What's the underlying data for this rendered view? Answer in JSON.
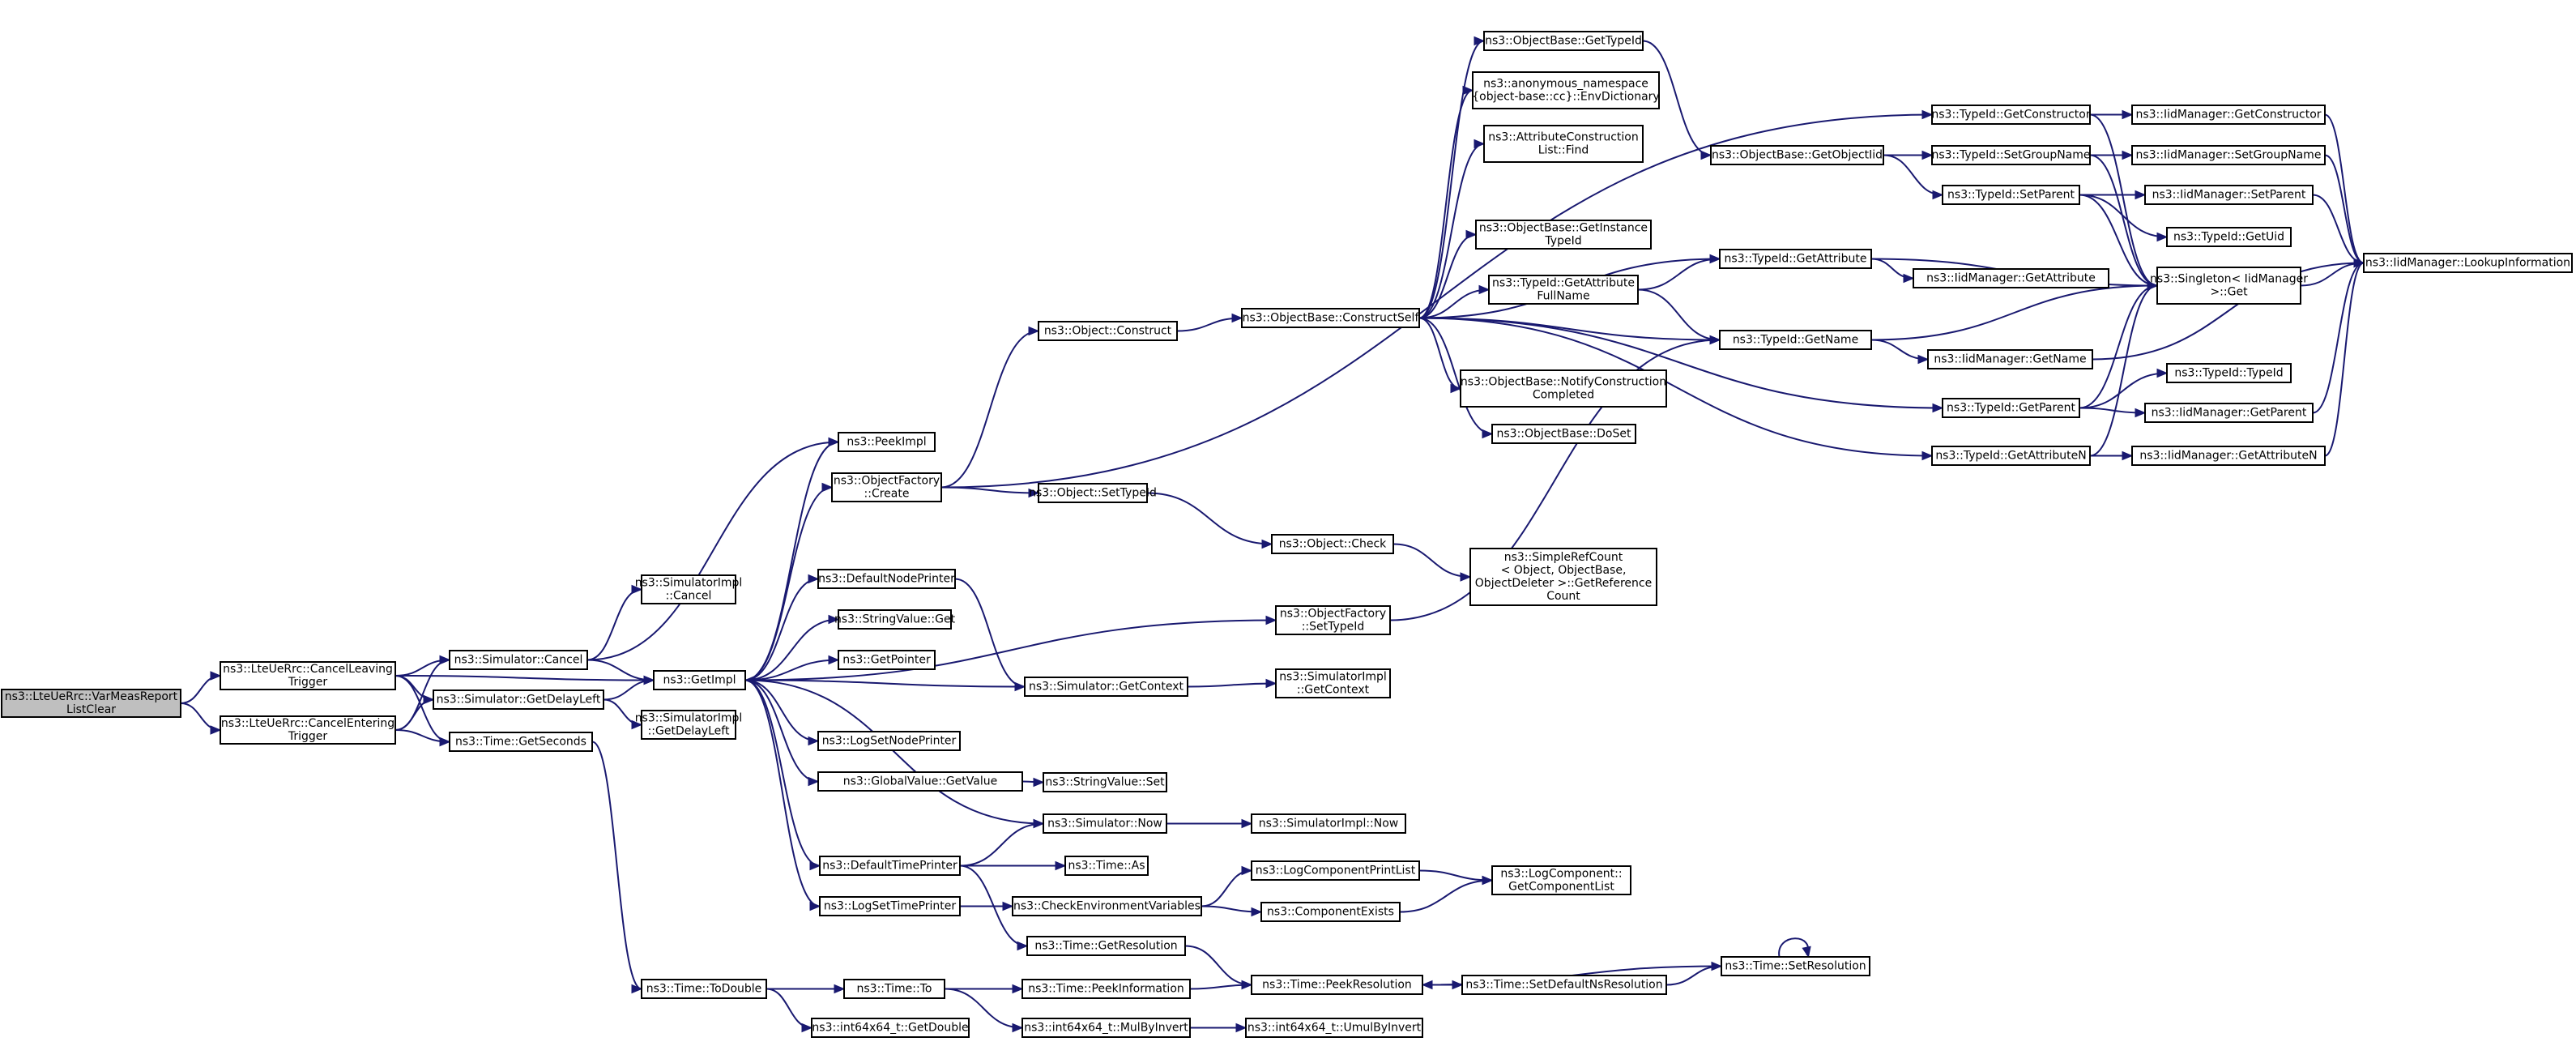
{
  "nodes": [
    {
      "id": "root",
      "lines": [
        "ns3::LteUeRrc::VarMeasReport",
        "ListClear"
      ],
      "root": true
    },
    {
      "id": "cancelLeaving",
      "lines": [
        "ns3::LteUeRrc::CancelLeaving",
        "Trigger"
      ]
    },
    {
      "id": "cancelEntering",
      "lines": [
        "ns3::LteUeRrc::CancelEntering",
        "Trigger"
      ]
    },
    {
      "id": "simCancel",
      "lines": [
        "ns3::Simulator::Cancel"
      ]
    },
    {
      "id": "simGetDelayLeft",
      "lines": [
        "ns3::Simulator::GetDelayLeft"
      ]
    },
    {
      "id": "timeGetSeconds",
      "lines": [
        "ns3::Time::GetSeconds"
      ]
    },
    {
      "id": "simImplCancel",
      "lines": [
        "ns3::SimulatorImpl",
        "::Cancel"
      ]
    },
    {
      "id": "getImpl",
      "lines": [
        "ns3::GetImpl"
      ]
    },
    {
      "id": "simImplGetDelayLeft",
      "lines": [
        "ns3::SimulatorImpl",
        "::GetDelayLeft"
      ]
    },
    {
      "id": "timeToDouble",
      "lines": [
        "ns3::Time::ToDouble"
      ]
    },
    {
      "id": "peekImpl",
      "lines": [
        "ns3::PeekImpl"
      ]
    },
    {
      "id": "objFactoryCreate",
      "lines": [
        "ns3::ObjectFactory",
        "::Create"
      ]
    },
    {
      "id": "defaultNodePrinter",
      "lines": [
        "ns3::DefaultNodePrinter"
      ]
    },
    {
      "id": "stringValueGet",
      "lines": [
        "ns3::StringValue::Get"
      ]
    },
    {
      "id": "getPointer",
      "lines": [
        "ns3::GetPointer"
      ]
    },
    {
      "id": "logSetNodePrinter",
      "lines": [
        "ns3::LogSetNodePrinter"
      ]
    },
    {
      "id": "globalValueGetValue",
      "lines": [
        "ns3::GlobalValue::GetValue"
      ]
    },
    {
      "id": "defaultTimePrinter",
      "lines": [
        "ns3::DefaultTimePrinter"
      ]
    },
    {
      "id": "logSetTimePrinter",
      "lines": [
        "ns3::LogSetTimePrinter"
      ]
    },
    {
      "id": "timeTo",
      "lines": [
        "ns3::Time::To"
      ]
    },
    {
      "id": "int64GetDouble",
      "lines": [
        "ns3::int64x64_t::GetDouble"
      ]
    },
    {
      "id": "objectConstruct",
      "lines": [
        "ns3::Object::Construct"
      ]
    },
    {
      "id": "objectSetTypeId",
      "lines": [
        "ns3::Object::SetTypeId"
      ]
    },
    {
      "id": "simGetContext",
      "lines": [
        "ns3::Simulator::GetContext"
      ]
    },
    {
      "id": "stringValueSet",
      "lines": [
        "ns3::StringValue::Set"
      ]
    },
    {
      "id": "simNow",
      "lines": [
        "ns3::Simulator::Now"
      ]
    },
    {
      "id": "timeAs",
      "lines": [
        "ns3::Time::As"
      ]
    },
    {
      "id": "checkEnvVars",
      "lines": [
        "ns3::CheckEnvironmentVariables"
      ]
    },
    {
      "id": "timeGetResolution",
      "lines": [
        "ns3::Time::GetResolution"
      ]
    },
    {
      "id": "timePeekInformation",
      "lines": [
        "ns3::Time::PeekInformation"
      ]
    },
    {
      "id": "int64MulByInvert",
      "lines": [
        "ns3::int64x64_t::MulByInvert"
      ]
    },
    {
      "id": "objBaseConstructSelf",
      "lines": [
        "ns3::ObjectBase::ConstructSelf"
      ]
    },
    {
      "id": "objectCheck",
      "lines": [
        "ns3::Object::Check"
      ]
    },
    {
      "id": "objFactorySetTypeId",
      "lines": [
        "ns3::ObjectFactory",
        "::SetTypeId"
      ]
    },
    {
      "id": "simImplGetContext",
      "lines": [
        "ns3::SimulatorImpl",
        "::GetContext"
      ]
    },
    {
      "id": "simImplNow",
      "lines": [
        "ns3::SimulatorImpl::Now"
      ]
    },
    {
      "id": "logCompPrintList",
      "lines": [
        "ns3::LogComponentPrintList"
      ]
    },
    {
      "id": "componentExists",
      "lines": [
        "ns3::ComponentExists"
      ]
    },
    {
      "id": "timePeekResolution",
      "lines": [
        "ns3::Time::PeekResolution"
      ]
    },
    {
      "id": "int64UmulByInvert",
      "lines": [
        "ns3::int64x64_t::UmulByInvert"
      ]
    },
    {
      "id": "objBaseGetTypeId",
      "lines": [
        "ns3::ObjectBase::GetTypeId"
      ]
    },
    {
      "id": "envDictionary",
      "lines": [
        "ns3::anonymous_namespace",
        "{object-base::cc}::EnvDictionary"
      ]
    },
    {
      "id": "attrConstructionListFind",
      "lines": [
        "ns3::AttributeConstruction",
        "List::Find"
      ]
    },
    {
      "id": "objBaseGetInstanceTypeId",
      "lines": [
        "ns3::ObjectBase::GetInstance",
        "TypeId"
      ]
    },
    {
      "id": "typeIdGetAttributeFullName",
      "lines": [
        "ns3::TypeId::GetAttribute",
        "FullName"
      ]
    },
    {
      "id": "objBaseNotifyConstructionCompleted",
      "lines": [
        "ns3::ObjectBase::NotifyConstruction",
        "Completed"
      ]
    },
    {
      "id": "objBaseDoSet",
      "lines": [
        "ns3::ObjectBase::DoSet"
      ]
    },
    {
      "id": "simpleRefCount",
      "lines": [
        "ns3::SimpleRefCount",
        "< Object, ObjectBase,",
        "ObjectDeleter >::GetReference",
        "Count"
      ]
    },
    {
      "id": "logCompGetComponentList",
      "lines": [
        "ns3::LogComponent::",
        "GetComponentList"
      ]
    },
    {
      "id": "timeSetDefaultNsResolution",
      "lines": [
        "ns3::Time::SetDefaultNsResolution"
      ]
    },
    {
      "id": "objBaseGetObjectIid",
      "lines": [
        "ns3::ObjectBase::GetObjectIid"
      ]
    },
    {
      "id": "typeIdGetAttribute",
      "lines": [
        "ns3::TypeId::GetAttribute"
      ]
    },
    {
      "id": "typeIdGetName",
      "lines": [
        "ns3::TypeId::GetName"
      ]
    },
    {
      "id": "timeSetResolution",
      "lines": [
        "ns3::Time::SetResolution"
      ]
    },
    {
      "id": "typeIdGetConstructor",
      "lines": [
        "ns3::TypeId::GetConstructor"
      ]
    },
    {
      "id": "typeIdSetGroupName",
      "lines": [
        "ns3::TypeId::SetGroupName"
      ]
    },
    {
      "id": "typeIdSetParent",
      "lines": [
        "ns3::TypeId::SetParent"
      ]
    },
    {
      "id": "iidMgrGetAttribute",
      "lines": [
        "ns3::IidManager::GetAttribute"
      ]
    },
    {
      "id": "iidMgrGetName",
      "lines": [
        "ns3::IidManager::GetName"
      ]
    },
    {
      "id": "typeIdGetParent",
      "lines": [
        "ns3::TypeId::GetParent"
      ]
    },
    {
      "id": "typeIdGetAttributeN",
      "lines": [
        "ns3::TypeId::GetAttributeN"
      ]
    },
    {
      "id": "iidMgrGetConstructor",
      "lines": [
        "ns3::IidManager::GetConstructor"
      ]
    },
    {
      "id": "iidMgrSetGroupName",
      "lines": [
        "ns3::IidManager::SetGroupName"
      ]
    },
    {
      "id": "iidMgrSetParent",
      "lines": [
        "ns3::IidManager::SetParent"
      ]
    },
    {
      "id": "typeIdGetUid",
      "lines": [
        "ns3::TypeId::GetUid"
      ]
    },
    {
      "id": "singletonGet",
      "lines": [
        "ns3::Singleton< IidManager",
        ">::Get"
      ]
    },
    {
      "id": "typeIdTypeId",
      "lines": [
        "ns3::TypeId::TypeId"
      ]
    },
    {
      "id": "iidMgrGetParent",
      "lines": [
        "ns3::IidManager::GetParent"
      ]
    },
    {
      "id": "iidMgrGetAttributeN",
      "lines": [
        "ns3::IidManager::GetAttributeN"
      ]
    },
    {
      "id": "iidMgrLookupInformation",
      "lines": [
        "ns3::IidManager::LookupInformation"
      ]
    }
  ],
  "edges": [
    [
      "root",
      "cancelLeaving"
    ],
    [
      "root",
      "cancelEntering"
    ],
    [
      "cancelLeaving",
      "simCancel"
    ],
    [
      "cancelLeaving",
      "getImpl"
    ],
    [
      "cancelLeaving",
      "simGetDelayLeft"
    ],
    [
      "cancelLeaving",
      "timeGetSeconds"
    ],
    [
      "cancelEntering",
      "simCancel"
    ],
    [
      "cancelEntering",
      "simGetDelayLeft"
    ],
    [
      "cancelEntering",
      "timeGetSeconds"
    ],
    [
      "simCancel",
      "simImplCancel"
    ],
    [
      "simCancel",
      "getImpl"
    ],
    [
      "simCancel",
      "peekImpl"
    ],
    [
      "simGetDelayLeft",
      "getImpl"
    ],
    [
      "simGetDelayLeft",
      "simImplGetDelayLeft"
    ],
    [
      "timeGetSeconds",
      "timeToDouble"
    ],
    [
      "getImpl",
      "peekImpl"
    ],
    [
      "getImpl",
      "objFactoryCreate"
    ],
    [
      "getImpl",
      "objFactorySetTypeId"
    ],
    [
      "getImpl",
      "defaultNodePrinter"
    ],
    [
      "getImpl",
      "stringValueGet"
    ],
    [
      "getImpl",
      "getPointer"
    ],
    [
      "getImpl",
      "logSetNodePrinter"
    ],
    [
      "getImpl",
      "globalValueGetValue"
    ],
    [
      "getImpl",
      "simNow"
    ],
    [
      "getImpl",
      "defaultTimePrinter"
    ],
    [
      "getImpl",
      "logSetTimePrinter"
    ],
    [
      "simGetContext",
      "getImpl"
    ],
    [
      "objFactoryCreate",
      "objectConstruct"
    ],
    [
      "objFactoryCreate",
      "objectSetTypeId"
    ],
    [
      "objFactoryCreate",
      "typeIdGetConstructor"
    ],
    [
      "defaultNodePrinter",
      "simGetContext"
    ],
    [
      "globalValueGetValue",
      "stringValueSet"
    ],
    [
      "defaultTimePrinter",
      "simNow"
    ],
    [
      "defaultTimePrinter",
      "timeAs"
    ],
    [
      "defaultTimePrinter",
      "timeGetResolution"
    ],
    [
      "logSetTimePrinter",
      "checkEnvVars"
    ],
    [
      "timeToDouble",
      "timeTo"
    ],
    [
      "timeToDouble",
      "int64GetDouble"
    ],
    [
      "timeTo",
      "timePeekInformation"
    ],
    [
      "timeTo",
      "int64MulByInvert"
    ],
    [
      "objectConstruct",
      "objBaseConstructSelf"
    ],
    [
      "objectSetTypeId",
      "objectCheck"
    ],
    [
      "objectCheck",
      "simpleRefCount"
    ],
    [
      "simGetContext",
      "simImplGetContext"
    ],
    [
      "simNow",
      "simImplNow"
    ],
    [
      "checkEnvVars",
      "logCompPrintList"
    ],
    [
      "checkEnvVars",
      "componentExists"
    ],
    [
      "logCompPrintList",
      "logCompGetComponentList"
    ],
    [
      "componentExists",
      "logCompGetComponentList"
    ],
    [
      "timeGetResolution",
      "timePeekResolution"
    ],
    [
      "timePeekInformation",
      "timePeekResolution"
    ],
    [
      "int64MulByInvert",
      "int64UmulByInvert"
    ],
    [
      "timePeekResolution",
      "timeSetDefaultNsResolution"
    ],
    [
      "timeSetDefaultNsResolution",
      "timeSetResolution"
    ],
    [
      "timeSetResolution",
      "timePeekResolution"
    ],
    [
      "timeSetResolution",
      "timeSetResolution"
    ],
    [
      "objFactorySetTypeId",
      "typeIdGetName"
    ],
    [
      "objBaseConstructSelf",
      "objBaseGetTypeId"
    ],
    [
      "objBaseConstructSelf",
      "envDictionary"
    ],
    [
      "objBaseConstructSelf",
      "attrConstructionListFind"
    ],
    [
      "objBaseConstructSelf",
      "typeIdGetAttribute"
    ],
    [
      "objBaseConstructSelf",
      "objBaseGetInstanceTypeId"
    ],
    [
      "objBaseConstructSelf",
      "typeIdGetAttributeFullName"
    ],
    [
      "objBaseConstructSelf",
      "typeIdGetName"
    ],
    [
      "objBaseConstructSelf",
      "objBaseNotifyConstructionCompleted"
    ],
    [
      "objBaseConstructSelf",
      "objBaseDoSet"
    ],
    [
      "objBaseConstructSelf",
      "typeIdGetParent"
    ],
    [
      "objBaseConstructSelf",
      "typeIdGetAttributeN"
    ],
    [
      "objBaseGetTypeId",
      "objBaseGetObjectIid"
    ],
    [
      "objBaseGetObjectIid",
      "typeIdSetGroupName"
    ],
    [
      "objBaseGetObjectIid",
      "typeIdSetParent"
    ],
    [
      "typeIdGetAttributeFullName",
      "typeIdGetAttribute"
    ],
    [
      "typeIdGetAttributeFullName",
      "typeIdGetName"
    ],
    [
      "typeIdGetAttribute",
      "iidMgrGetAttribute"
    ],
    [
      "typeIdGetAttribute",
      "singletonGet"
    ],
    [
      "typeIdGetName",
      "iidMgrGetName"
    ],
    [
      "typeIdGetName",
      "singletonGet"
    ],
    [
      "typeIdGetConstructor",
      "iidMgrGetConstructor"
    ],
    [
      "typeIdGetConstructor",
      "singletonGet"
    ],
    [
      "typeIdSetGroupName",
      "iidMgrSetGroupName"
    ],
    [
      "typeIdSetGroupName",
      "singletonGet"
    ],
    [
      "typeIdSetParent",
      "iidMgrSetParent"
    ],
    [
      "typeIdSetParent",
      "typeIdGetUid"
    ],
    [
      "typeIdSetParent",
      "singletonGet"
    ],
    [
      "typeIdGetParent",
      "typeIdTypeId"
    ],
    [
      "typeIdGetParent",
      "iidMgrGetParent"
    ],
    [
      "typeIdGetParent",
      "singletonGet"
    ],
    [
      "typeIdGetAttributeN",
      "iidMgrGetAttributeN"
    ],
    [
      "typeIdGetAttributeN",
      "singletonGet"
    ],
    [
      "iidMgrGetConstructor",
      "iidMgrLookupInformation"
    ],
    [
      "iidMgrSetGroupName",
      "iidMgrLookupInformation"
    ],
    [
      "iidMgrSetParent",
      "iidMgrLookupInformation"
    ],
    [
      "iidMgrGetName",
      "iidMgrLookupInformation"
    ],
    [
      "iidMgrGetParent",
      "iidMgrLookupInformation"
    ],
    [
      "iidMgrGetAttributeN",
      "iidMgrLookupInformation"
    ],
    [
      "singletonGet",
      "iidMgrLookupInformation"
    ]
  ]
}
